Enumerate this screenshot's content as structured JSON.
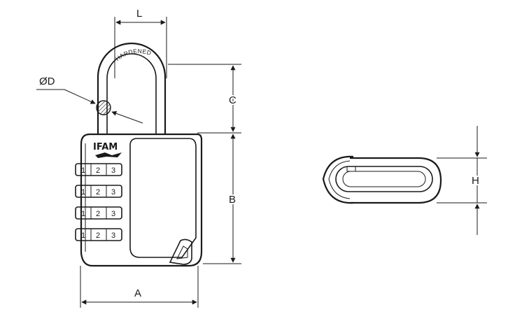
{
  "dimensions": {
    "L": "L",
    "D": "ØD",
    "C": "C",
    "B": "B",
    "A": "A",
    "H": "H"
  },
  "brand": {
    "logo": "IFAM",
    "shackle_engraving": "HARDENED"
  },
  "dials": {
    "digits": [
      "1",
      "2",
      "3"
    ]
  }
}
